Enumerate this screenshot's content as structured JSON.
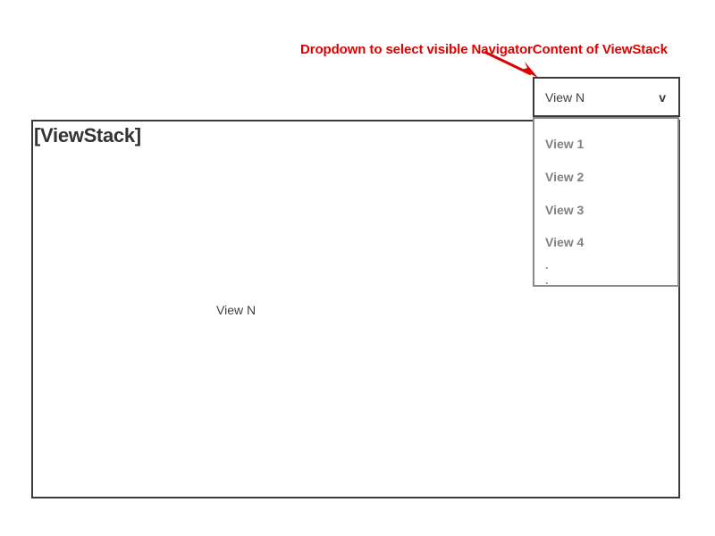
{
  "annotation": {
    "text": "Dropdown to select visible NavigatorContent of ViewStack",
    "color": "#e00000",
    "arrow_icon": "arrow-pointer-icon"
  },
  "viewstack": {
    "title": "[ViewStack]",
    "active_view_label": "View N",
    "border_color": "#3a3a3a"
  },
  "dropdown": {
    "selected_value": "View N",
    "chevron_glyph": "v",
    "chevron_icon": "chevron-down-icon",
    "border_color": "#3a3a3a",
    "panel_border_color": "#8a8a8a",
    "item_color": "#808080",
    "items": [
      {
        "label": "View 1"
      },
      {
        "label": "View 2"
      },
      {
        "label": "View 3"
      },
      {
        "label": "View 4"
      }
    ],
    "continuation_marks": [
      ".",
      "."
    ]
  }
}
